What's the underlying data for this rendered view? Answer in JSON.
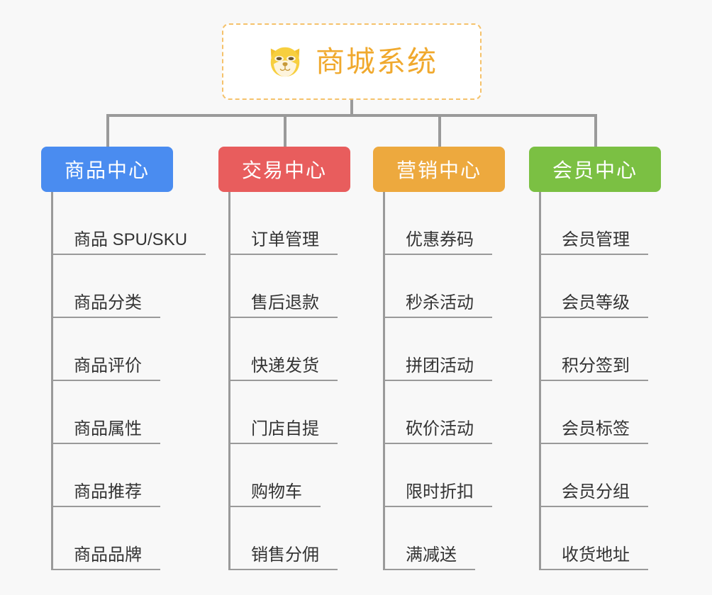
{
  "page": {
    "background_color": "#f8f8f8",
    "type": "mind-map"
  },
  "root": {
    "title": "商城系统",
    "icon": "shiba-dog-icon",
    "text_color": "#f0a92e",
    "border_color": "#f5c26b",
    "background_color": "#ffffff"
  },
  "columns": [
    {
      "title": "商品中心",
      "color": "#4a8cf0",
      "items": [
        {
          "label": "商品 SPU/SKU"
        },
        {
          "label": "商品分类"
        },
        {
          "label": "商品评价"
        },
        {
          "label": "商品属性"
        },
        {
          "label": "商品推荐"
        },
        {
          "label": "商品品牌"
        }
      ]
    },
    {
      "title": "交易中心",
      "color": "#e85d5d",
      "items": [
        {
          "label": "订单管理"
        },
        {
          "label": "售后退款"
        },
        {
          "label": "快递发货"
        },
        {
          "label": "门店自提"
        },
        {
          "label": "购物车"
        },
        {
          "label": "销售分佣"
        }
      ]
    },
    {
      "title": "营销中心",
      "color": "#eda93e",
      "items": [
        {
          "label": "优惠券码"
        },
        {
          "label": "秒杀活动"
        },
        {
          "label": "拼团活动"
        },
        {
          "label": "砍价活动"
        },
        {
          "label": "限时折扣"
        },
        {
          "label": "满减送"
        }
      ]
    },
    {
      "title": "会员中心",
      "color": "#7bc043",
      "items": [
        {
          "label": "会员管理"
        },
        {
          "label": "会员等级"
        },
        {
          "label": "积分签到"
        },
        {
          "label": "会员标签"
        },
        {
          "label": "会员分组"
        },
        {
          "label": "收货地址"
        }
      ]
    }
  ],
  "connector_color": "#9a9a9a"
}
